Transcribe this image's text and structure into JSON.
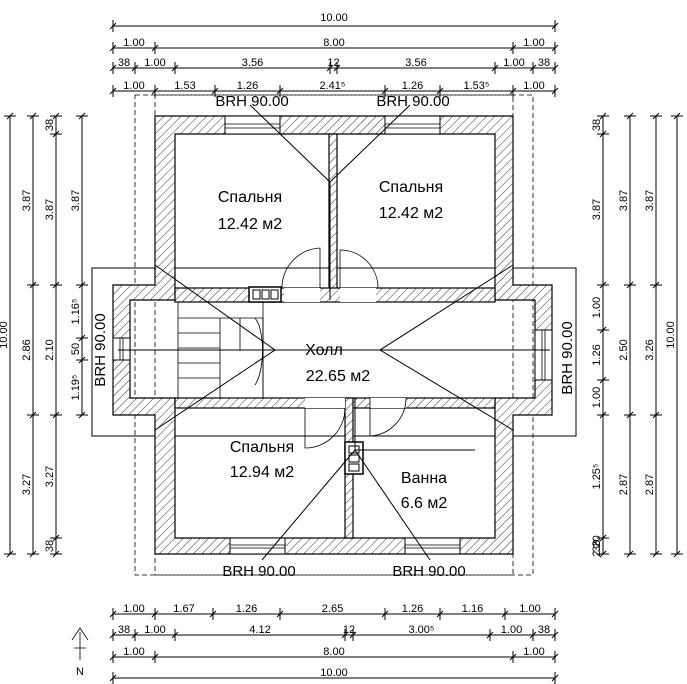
{
  "rooms": {
    "bedroom_tl": {
      "name": "Спальня",
      "area": "12.42 м2"
    },
    "bedroom_tr": {
      "name": "Спальня",
      "area": "12.42 м2"
    },
    "hall": {
      "name": "Холл",
      "area": "22.65 м2"
    },
    "bedroom_bl": {
      "name": "Спальня",
      "area": "12.94 м2"
    },
    "bath": {
      "name": "Ванна",
      "area": "6.6 м2"
    }
  },
  "windows": {
    "top_left": "BRH 90.00",
    "top_right": "BRH 90.00",
    "bottom_left": "BRH 90.00",
    "bottom_right": "BRH 90.00",
    "left": "BRH 90.00",
    "right": "BRH 90.00"
  },
  "dims": {
    "top_r1": "10.00",
    "top_r2": [
      "1.00",
      "8.00",
      "1.00"
    ],
    "top_r3": [
      "38",
      "1.00",
      "3.56",
      "12",
      "3.56",
      "1.00",
      "38"
    ],
    "top_r4": [
      "1.00",
      "1.53",
      "1.26",
      "2.41⁵",
      "1.26",
      "1.53⁵",
      "1.00"
    ],
    "bot_r1": [
      "1.00",
      "1.67",
      "1.26",
      "2.65",
      "1.26",
      "1.16",
      "1.00"
    ],
    "bot_r2": [
      "38",
      "1.00",
      "4.12",
      "12",
      "3.00⁵",
      "1.00",
      "38"
    ],
    "bot_r3": [
      "1.00",
      "8.00",
      "1.00"
    ],
    "bot_r4": "10.00",
    "left_c1": "10.00",
    "left_c2": [
      "3.87",
      "2.86",
      "3.27"
    ],
    "left_c3": [
      "38",
      "3.87",
      "2.10",
      "3.27",
      "38"
    ],
    "left_c4": [
      "3.87",
      "1.16⁵",
      "50",
      "1.19⁵"
    ],
    "right_c1": [
      "38",
      "3.87",
      "1.00",
      "1.26",
      "1.00",
      "1.25⁵",
      "2.20",
      "38"
    ],
    "right_c2": [
      "3.87",
      "2.50",
      "2.87"
    ],
    "right_c3": [
      "3.87",
      "3.26",
      "2.87"
    ],
    "right_c4": "10.00"
  },
  "north_label": "N"
}
